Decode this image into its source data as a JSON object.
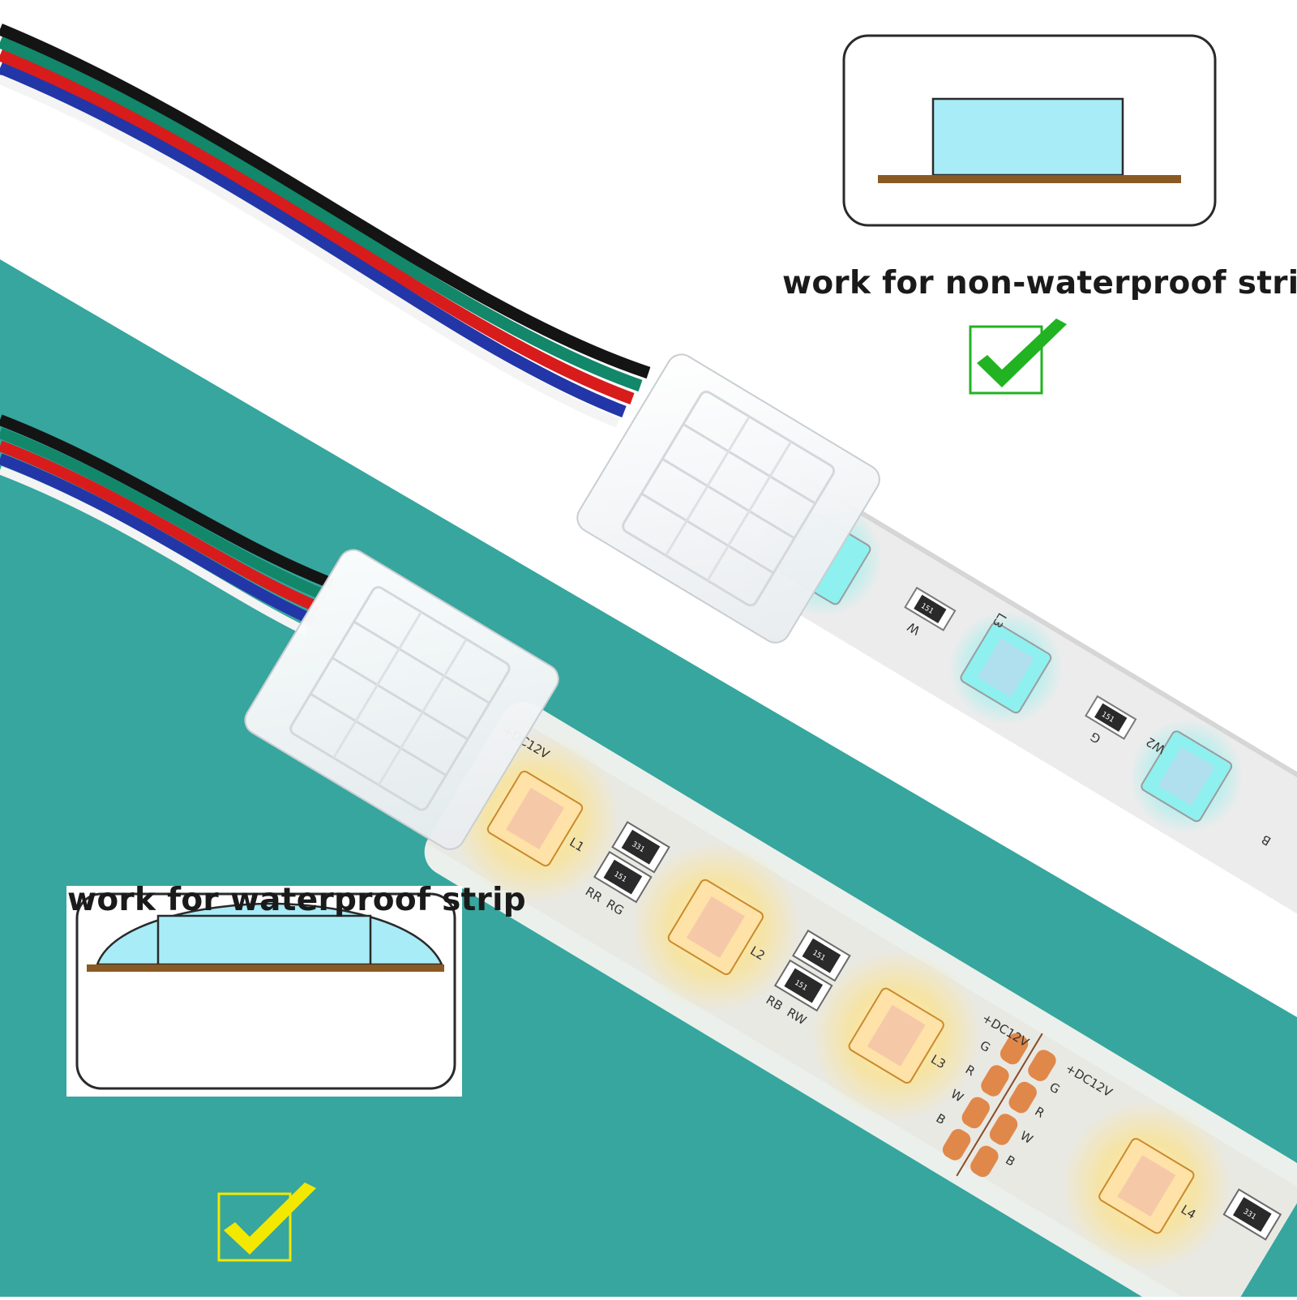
{
  "captions": {
    "non_waterproof": "work for non-waterproof strip",
    "waterproof": "work for waterproof strip"
  },
  "strip_labels": {
    "voltage": "+DC12V",
    "channels": [
      "G",
      "R",
      "W",
      "B"
    ],
    "leds": [
      "L1",
      "L2",
      "L3",
      "L4"
    ],
    "led_alt": [
      "L3",
      "W2"
    ],
    "resistor_codes": [
      "151",
      "331"
    ],
    "pad_pairs": [
      "RR",
      "RG",
      "RB",
      "RW"
    ],
    "white_strip_pads": [
      "W",
      "G",
      "B"
    ]
  },
  "colors": {
    "teal_background": "#36a69e",
    "wire_black": "#141414",
    "wire_green": "#12876a",
    "wire_red": "#d81c1c",
    "wire_blue": "#2236a8",
    "check_green": "#21b321",
    "check_yellow": "#f3e800",
    "diagram_fill": "#a8ecf7",
    "diagram_base": "#8a5a24",
    "led_white_glow": "#9ff2f0",
    "led_warm_glow": "#ffe89a"
  },
  "icons": [
    "checkmark-green-icon",
    "checkmark-yellow-icon"
  ]
}
